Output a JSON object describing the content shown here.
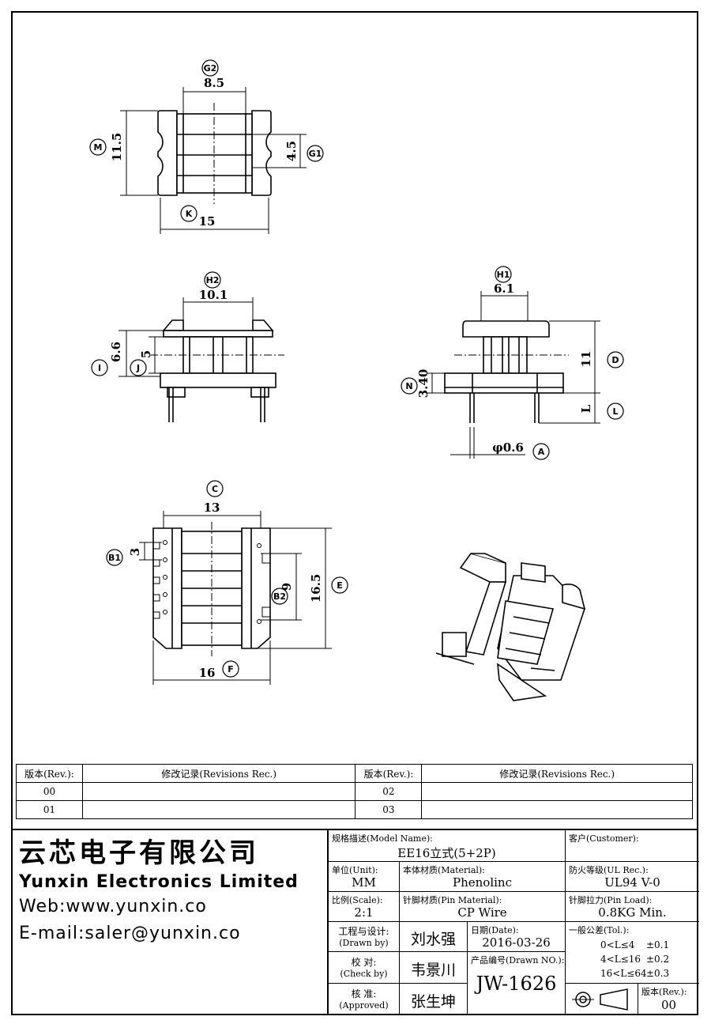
{
  "views": {
    "top": {
      "G2": "G2",
      "w_top": "8.5",
      "M": "M",
      "h_left": "11.5",
      "G1": "G1",
      "h_right": "4.5",
      "K": "K",
      "w_bottom": "15"
    },
    "front": {
      "H2": "H2",
      "w_top": "10.1",
      "I": "I",
      "h_outer": "6.6",
      "J": "J",
      "h_inner": "5"
    },
    "side": {
      "H1": "H1",
      "w_top": "6.1",
      "D": "D",
      "h_right": "11",
      "N": "N",
      "h_left": "3.40",
      "L": "L",
      "h_L": "L",
      "pin": "φ0.6",
      "A": "A"
    },
    "bottom": {
      "C": "C",
      "w_top": "13",
      "B1": "B1",
      "pitch": "3",
      "B2": "B2",
      "span": "9",
      "E": "E",
      "h_right": "16.5",
      "F": "F",
      "w_bottom": "16"
    }
  },
  "revision_table": {
    "header_rev": "版本(Rev.):",
    "header_rec": "修改记录(Revisions Rec.)",
    "rows": [
      {
        "rev_a": "00",
        "rec_a": "",
        "rev_b": "02",
        "rec_b": ""
      },
      {
        "rev_a": "01",
        "rec_a": "",
        "rev_b": "03",
        "rec_b": ""
      }
    ]
  },
  "company": {
    "name_cn": "云芯电子有限公司",
    "name_en": "Yunxin Electronics Limited",
    "web": "Web:www.yunxin.co",
    "email": "E-mail:saler@yunxin.co"
  },
  "title_block": {
    "model_label": "规格描述(Model Name):",
    "model_value": "EE16立式(5+2P)",
    "customer_label": "客户(Customer):",
    "customer_value": "",
    "unit_label": "单位(Unit):",
    "unit_value": "MM",
    "material_label": "本体材质(Material):",
    "material_value": "Phenolinc",
    "ul_label": "防火等级(UL Rec.):",
    "ul_value": "UL94 V-0",
    "scale_label": "比例(Scale):",
    "scale_value": "2:1",
    "pin_material_label": "针脚材质(Pin Material):",
    "pin_material_value": "CP Wire",
    "pin_load_label": "针脚拉力(Pin Load):",
    "pin_load_value": "0.8KG Min.",
    "drawn_label": "工程与设计:",
    "drawn_label_en": "(Drawn by)",
    "drawn_value": "刘水强",
    "date_label": "日期(Date):",
    "date_value": "2016-03-26",
    "tol_label": "一般公差(Tol.):",
    "tol_rows": [
      {
        "range": "0<L≤4",
        "tol": "±0.1"
      },
      {
        "range": "4<L≤16",
        "tol": "±0.2"
      },
      {
        "range": "16<L≤64",
        "tol": "±0.3"
      }
    ],
    "check_label": "校  对:",
    "check_label_en": "(Check by)",
    "check_value": "韦景川",
    "drawn_no_label": "产品编号(Drawn NO.):",
    "drawn_no_value": "JW-1626",
    "approved_label": "核  准:",
    "approved_label_en": "(Approved)",
    "approved_value": "张生坤",
    "rev_label": "版本(Rev.):",
    "rev_value": "00"
  }
}
